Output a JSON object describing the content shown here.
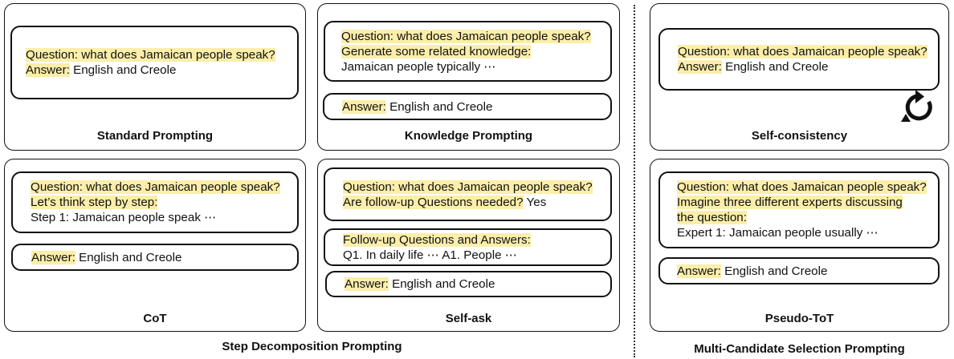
{
  "panels": {
    "standard": {
      "title": "Standard Prompting",
      "box1": {
        "question": "Question: what does Jamaican people speak?",
        "answer_label": "Answer:",
        "answer_text": " English and Creole"
      }
    },
    "knowledge": {
      "title": "Knowledge Prompting",
      "box1": {
        "question": "Question: what does Jamaican people speak?",
        "instruction": "Generate some related knowledge:",
        "knowledge_text": "Jamaican people typically ⋯"
      },
      "box2": {
        "answer_label": "Answer:",
        "answer_text": " English and Creole"
      }
    },
    "self_consistency": {
      "title": "Self-consistency",
      "box1": {
        "question": "Question: what does Jamaican people speak?",
        "answer_label": "Answer:",
        "answer_text": " English and Creole"
      }
    },
    "cot": {
      "title": "CoT",
      "box1": {
        "question": "Question: what does Jamaican people speak?",
        "instruction": "Let’s think step by step:",
        "step_text": "Step 1: Jamaican people speak ⋯"
      },
      "box2": {
        "answer_label": "Answer:",
        "answer_text": " English and Creole"
      }
    },
    "self_ask": {
      "title": "Self-ask",
      "box1": {
        "question": "Question: what does Jamaican people speak?",
        "followup_prompt": "Are follow-up Questions needed?",
        "followup_answer": " Yes"
      },
      "box2": {
        "label": "Follow-up Questions and Answers:",
        "qa_text": "Q1. In daily life ⋯ A1. People ⋯"
      },
      "box3": {
        "answer_label": "Answer:",
        "answer_text": " English and Creole"
      }
    },
    "pseudo_tot": {
      "title": "Pseudo-ToT",
      "box1": {
        "question": "Question: what does Jamaican people speak?",
        "instruction_line1": "Imagine three different experts discussing",
        "instruction_line2": "the question:",
        "expert_text": "Expert 1: Jamaican people usually ⋯"
      },
      "box2": {
        "answer_label": "Answer:",
        "answer_text": " English and Creole"
      }
    }
  },
  "captions": {
    "left": "Step Decomposition Prompting",
    "right": "Multi-Candidate Selection Prompting"
  },
  "colors": {
    "highlight": "#fbeeaa",
    "border": "#111111"
  },
  "icons": {
    "self_consistency_loop": "circular-arrow-icon"
  }
}
